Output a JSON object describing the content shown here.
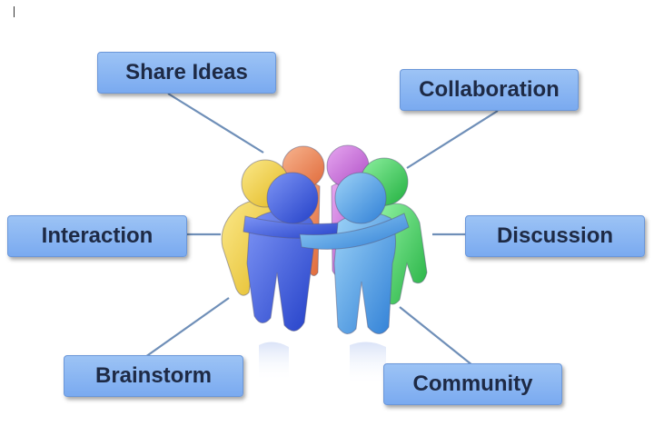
{
  "diagram": {
    "center_image": "group-of-people-huddle-icon",
    "labels": {
      "share_ideas": "Share Ideas",
      "collaboration": "Collaboration",
      "interaction": "Interaction",
      "discussion": "Discussion",
      "brainstorm": "Brainstorm",
      "community": "Community"
    },
    "colors": {
      "box_fill": "#8ab6f2",
      "box_border": "#6b97d9",
      "text": "#1e2a45",
      "connector": "#6f8fb8",
      "figure_yellow": "#f2d24a",
      "figure_orange": "#f08a5a",
      "figure_purple": "#c86bd9",
      "figure_green": "#3ccf5a",
      "figure_blue": "#3b5fe0",
      "figure_light_blue": "#4aa0e8"
    }
  }
}
